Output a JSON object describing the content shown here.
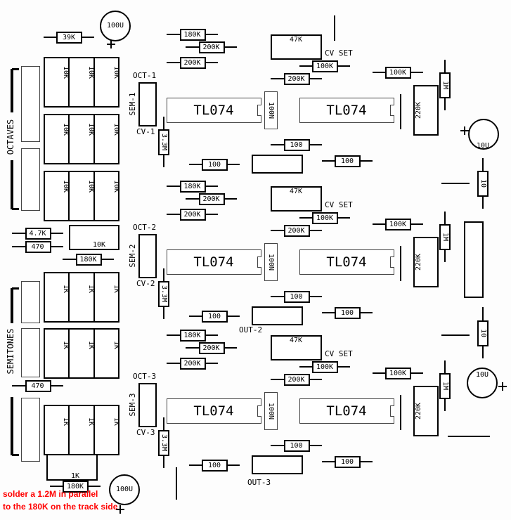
{
  "left_block": {
    "octaves_label": "OCTAVES",
    "semitones_label": "SEMITONES",
    "r_39k": "39K",
    "cap_top": "100U",
    "oct_pots": [
      "10K",
      "10K",
      "10K",
      "10K",
      "10K",
      "10K",
      "10K",
      "10K",
      "10K"
    ],
    "r_4k7": "4.7K",
    "r_470_a": "470",
    "trim_10k": "10K",
    "r_180k_mid": "180K",
    "sem_pots": [
      "1K",
      "1K",
      "1K",
      "1K",
      "1K",
      "1K",
      "1K",
      "1K",
      "1K"
    ],
    "r_470_b": "470",
    "link_1k": "1K",
    "r_180k_bottom": "180K",
    "cap_bottom": "100U",
    "note_line1": "solder a 1.2M in parallel",
    "note_line2": "to the 180K on the track side"
  },
  "channels": [
    {
      "oct": "OCT-1",
      "sem": "SEM-1",
      "cv": "CV-1",
      "out": "",
      "ic_a": "TL074",
      "ic_b": "TL074",
      "cap": "100N",
      "trim": "47K",
      "trim_label": "CV SET",
      "r_in": "180K",
      "r_a": "200K",
      "r_b": "200K",
      "r_cv": "3.3M",
      "r_set": "100K",
      "r_c": "200K",
      "r_fb": "100K",
      "r_1m": "1M",
      "r_220k": "220K",
      "r_out1": "100",
      "r_out2": "100",
      "r_out3": "100"
    },
    {
      "oct": "OCT-2",
      "sem": "SEM-2",
      "cv": "CV-2",
      "out": "OUT-2",
      "ic_a": "TL074",
      "ic_b": "TL074",
      "cap": "100N",
      "trim": "47K",
      "trim_label": "CV SET",
      "r_in": "180K",
      "r_a": "200K",
      "r_b": "200K",
      "r_cv": "3.3M",
      "r_set": "100K",
      "r_c": "200K",
      "r_fb": "100K",
      "r_1m": "1M",
      "r_220k": "220K",
      "r_out1": "100",
      "r_out2": "100",
      "r_out3": "100"
    },
    {
      "oct": "OCT-3",
      "sem": "SEM-3",
      "cv": "CV-3",
      "out": "OUT-3",
      "ic_a": "TL074",
      "ic_b": "TL074",
      "cap": "100N",
      "trim": "47K",
      "trim_label": "CV SET",
      "r_in": "180K",
      "r_a": "200K",
      "r_b": "200K",
      "r_cv": "3.3M",
      "r_set": "100K",
      "r_c": "200K",
      "r_fb": "100K",
      "r_1m": "1M",
      "r_220k": "220K",
      "r_out1": "100",
      "r_out2": "100",
      "r_out3": "100"
    }
  ],
  "power": {
    "cap_a": "10U",
    "cap_b": "10U",
    "r_10_a": "10",
    "r_10_b": "10"
  },
  "colors": {
    "note": "#ff0000"
  }
}
